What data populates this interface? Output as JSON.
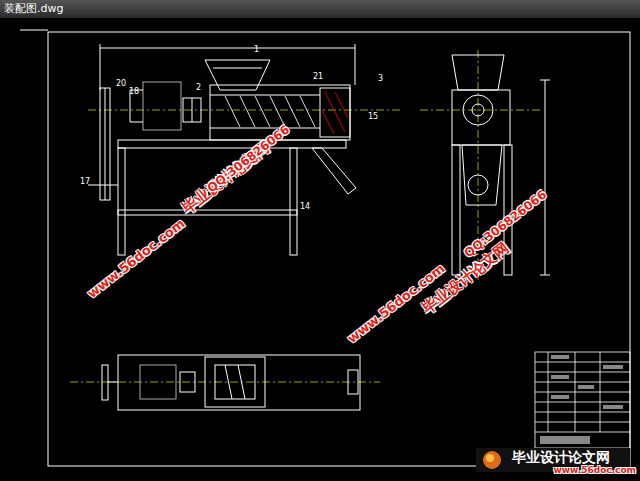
{
  "diagram": {
    "labels": [
      "装配图.dwg",
      "1",
      "20",
      "18",
      "2",
      "21",
      "3",
      "15",
      "17",
      "14",
      "毕业设计论文网",
      "QQ:306826066",
      "www.56doc.com",
      "www.56doc.com",
      "毕业设计论文网",
      "QQ:306826066",
      "毕业设计论文网",
      "www.56doc.com"
    ]
  }
}
